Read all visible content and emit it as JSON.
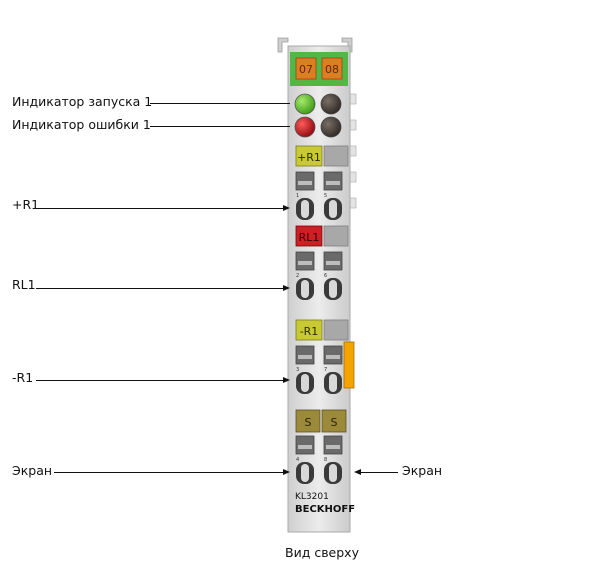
{
  "module": {
    "model": "KL3201",
    "brand": "BECKHOFF",
    "header_codes": [
      "07",
      "08"
    ],
    "plates": {
      "plus_r1": "+R1",
      "rl1": "RL1",
      "minus_r1": "-R1",
      "shield_a": "S",
      "shield_b": "S"
    },
    "terminal_numbers": {
      "t1": "1",
      "t5": "5",
      "t2": "2",
      "t6": "6",
      "t3": "3",
      "t7": "7",
      "t4": "4",
      "t8": "8"
    }
  },
  "labels": {
    "run_led": "Индикатор запуска 1",
    "error_led": "Индикатор ошибки 1",
    "plus_r1": "+R1",
    "rl1": "RL1",
    "minus_r1": "-R1",
    "shield_left": "Экран",
    "shield_right": "Экран"
  },
  "caption": "Вид сверху",
  "colors": {
    "header_green": "#53b748",
    "header_code_bg": "#e07c22",
    "run_led": "#5ec22a",
    "error_led": "#c8141d",
    "plate_yellow": "#c9c935",
    "plate_red": "#cf1f25",
    "plate_shield": "#9b8a3a",
    "side_tab": "#f2a400",
    "housing": "#dcdcdc"
  }
}
